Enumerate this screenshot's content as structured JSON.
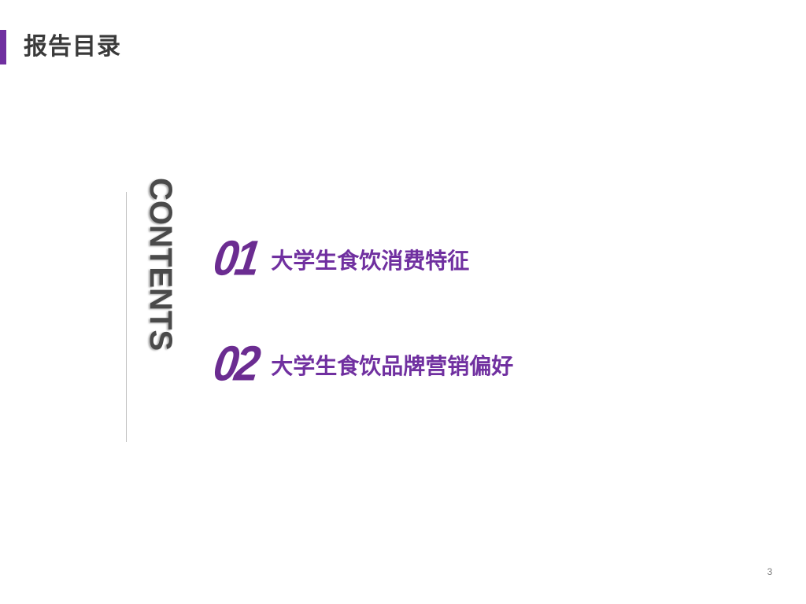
{
  "header": {
    "title": "报告目录"
  },
  "contents": {
    "label": "CONTENTS"
  },
  "toc": [
    {
      "number": "01",
      "title": "大学生食饮消费特征"
    },
    {
      "number": "02",
      "title": "大学生食饮品牌营销偏好"
    }
  ],
  "footer": {
    "page_number": "3"
  },
  "colors": {
    "accent": "#7030a0",
    "title_text": "#3a3a3a",
    "contents_text": "#4a4a4a",
    "divider": "#bfbfbf"
  }
}
